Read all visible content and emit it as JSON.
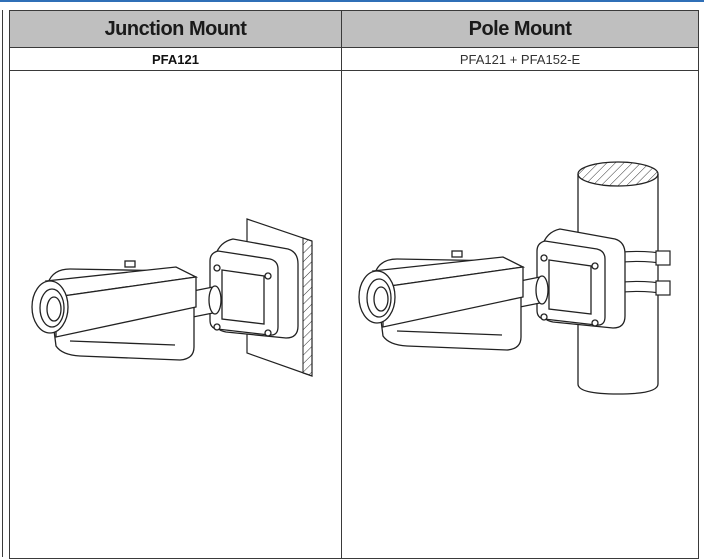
{
  "table": {
    "columns": [
      {
        "header": "Junction Mount",
        "model": "PFA121",
        "illustration": "bullet-camera-wall-junction-mount-illustration"
      },
      {
        "header": "Pole Mount",
        "model": "PFA121 + PFA152-E",
        "illustration": "bullet-camera-pole-mount-illustration"
      }
    ]
  },
  "colors": {
    "header_bg": "#bfbfbf",
    "border": "#3a3a3a",
    "accent_bar": "#2f6fb7"
  }
}
